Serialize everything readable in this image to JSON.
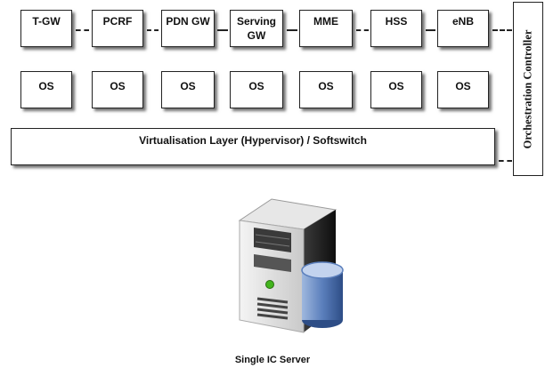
{
  "network_functions": [
    "T-GW",
    "PCRF",
    "PDN GW",
    "Serving GW",
    "MME",
    "HSS",
    "eNB"
  ],
  "os_label": "OS",
  "hypervisor_label": "Virtualisation Layer (Hypervisor) / Softswitch",
  "orchestration_label": "Orchestration Controller",
  "server_label": "Single IC Server",
  "server_icon": "server-with-database-icon"
}
